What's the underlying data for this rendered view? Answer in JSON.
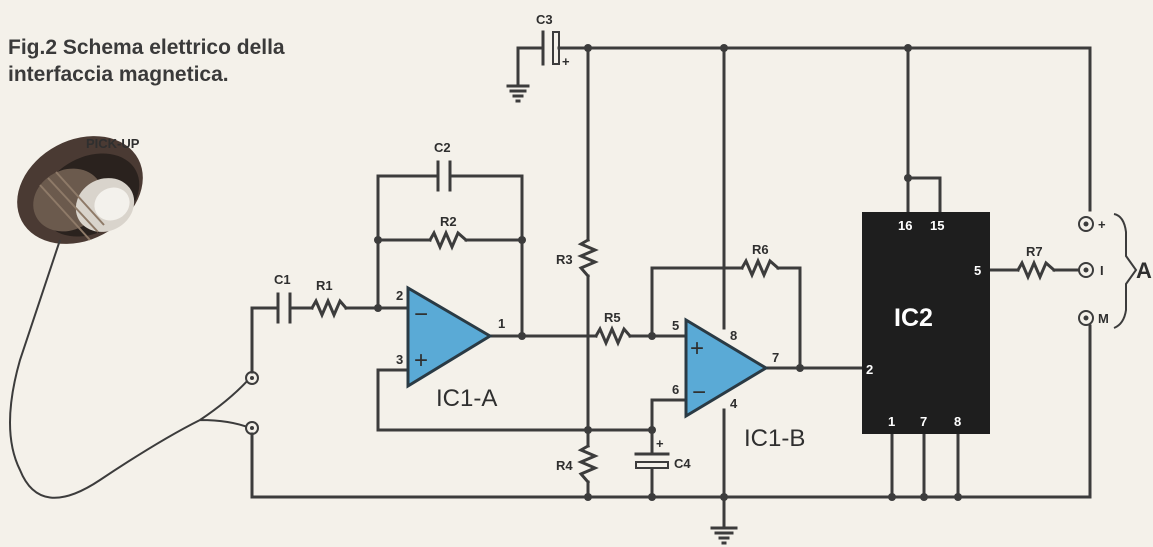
{
  "title": {
    "line1": "Fig.2 Schema elettrico della",
    "line2": "interfaccia magnetica."
  },
  "labels": {
    "pickup": "PICK-UP",
    "c1": "C1",
    "c2": "C2",
    "c3": "C3",
    "c4": "C4",
    "r1": "R1",
    "r2": "R2",
    "r3": "R3",
    "r4": "R4",
    "r5": "R5",
    "r6": "R6",
    "r7": "R7",
    "ic1a": "IC1-A",
    "ic1b": "IC1-B",
    "ic2": "IC2",
    "connector": "A",
    "term_plus": "+",
    "term_i": "I",
    "term_m": "M",
    "c3_polarity": "+",
    "c4_polarity": "+"
  },
  "pins": {
    "ic1a_inv": "2",
    "ic1a_noninv": "3",
    "ic1a_out": "1",
    "ic1b_noninv": "5",
    "ic1b_inv": "6",
    "ic1b_out": "7",
    "ic1b_vcc": "8",
    "ic1b_gnd": "4",
    "ic2_16": "16",
    "ic2_15": "15",
    "ic2_5": "5",
    "ic2_2": "2",
    "ic2_1": "1",
    "ic2_7": "7",
    "ic2_8": "8"
  },
  "opamp_signs": {
    "minus": "−",
    "plus": "+"
  },
  "colors": {
    "opamp_fill": "#5aaad6",
    "ic_fill": "#1e1e1e",
    "wire": "#3c3c3c"
  }
}
